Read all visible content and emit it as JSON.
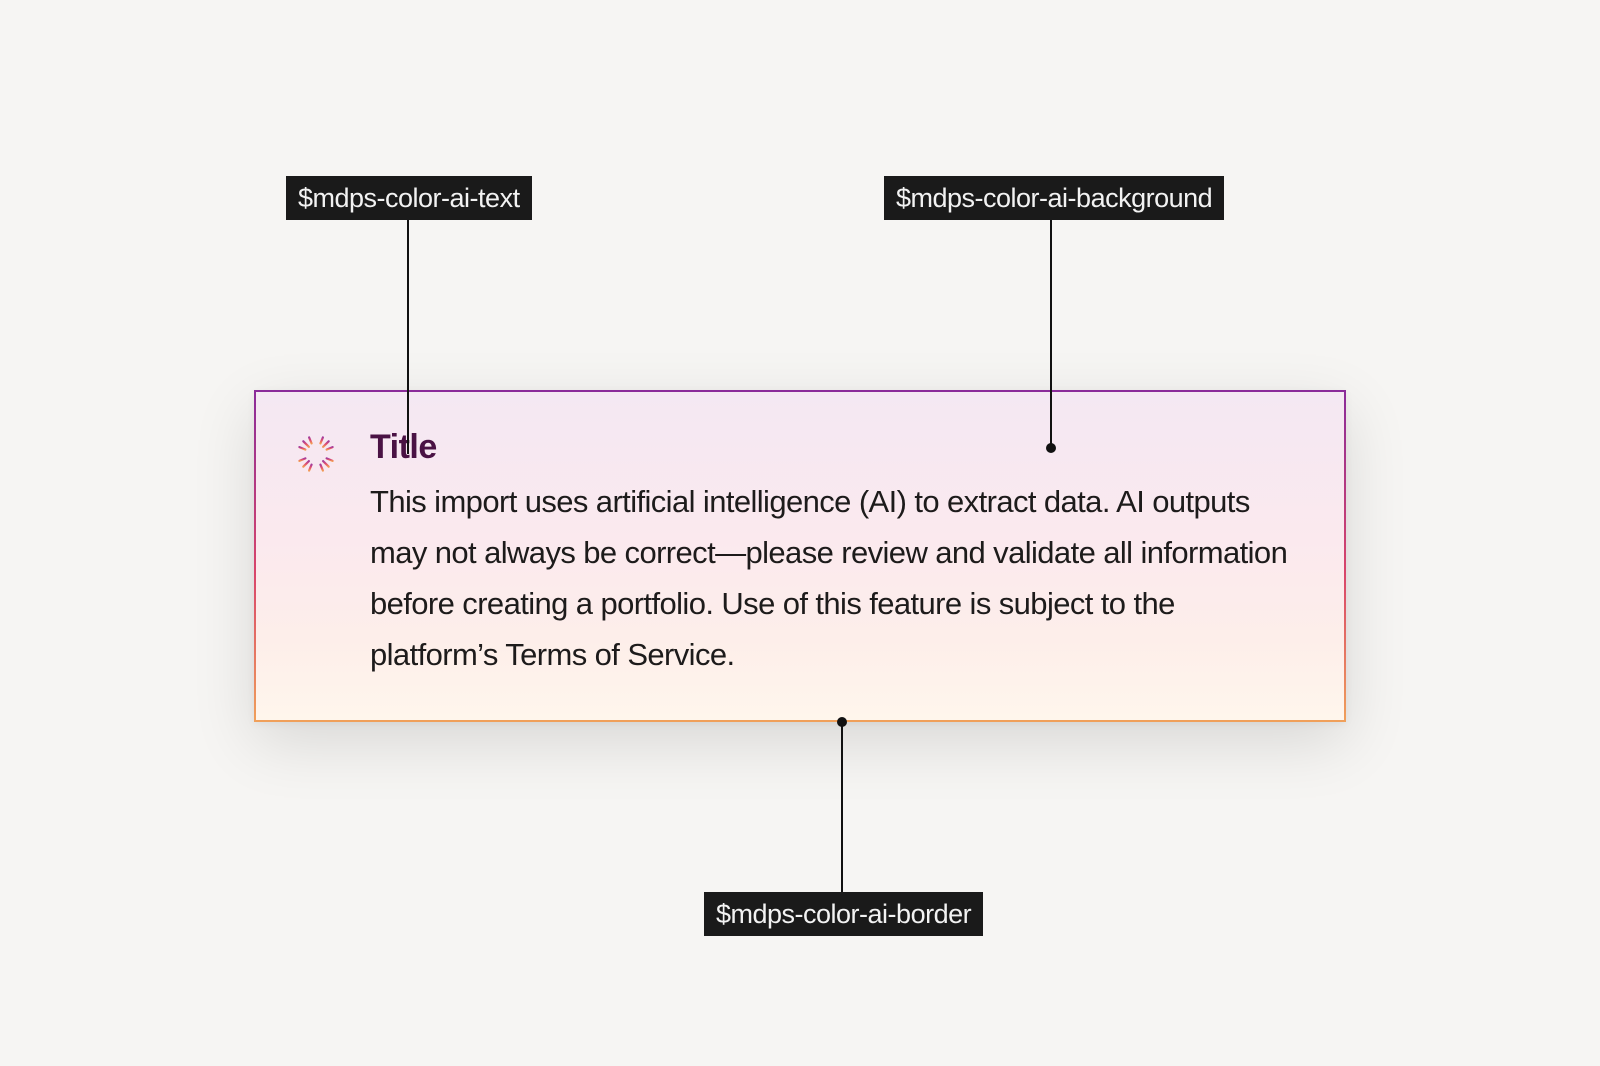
{
  "annotations": {
    "text_token": "$mdps-color-ai-text",
    "background_token": "$mdps-color-ai-background",
    "border_token": "$mdps-color-ai-border"
  },
  "card": {
    "icon": "ai-sparkle-icon",
    "title": "Title",
    "body": "This import uses artificial intelligence (AI) to extract data. AI outputs may not always be correct—please review and validate all information before creating a portfolio. Use of this feature is subject to the platform’s Terms of Service."
  },
  "colors": {
    "page_background": "#f6f5f3",
    "label_background": "#1a1a1a",
    "label_text": "#f2f2f2",
    "ai_text": "#4a1244",
    "ai_border_top": "#8a2b9a",
    "ai_border_bottom": "#f0a05a",
    "ai_background_top": "#f4e8f3",
    "ai_background_bottom": "#fff6ec"
  }
}
